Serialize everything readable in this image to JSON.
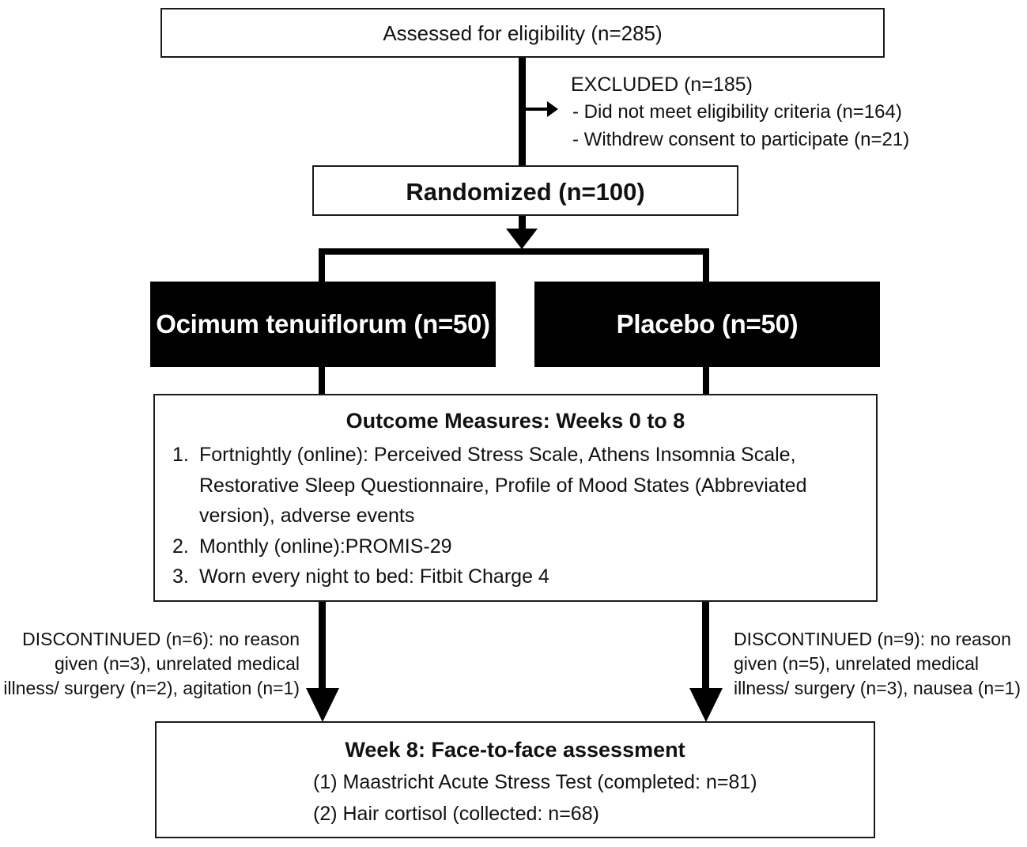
{
  "assessed": "Assessed for eligibility (n=285)",
  "excluded": {
    "title": "EXCLUDED (n=185)",
    "items": [
      "- Did not meet eligibility criteria (n=164)",
      "- Withdrew consent to participate (n=21)"
    ]
  },
  "randomized": "Randomized (n=100)",
  "arms": {
    "left": "Ocimum tenuiflorum (n=50)",
    "right": "Placebo (n=50)"
  },
  "outcome": {
    "title": "Outcome Measures: Weeks 0 to 8",
    "items": [
      {
        "num": "1.",
        "lines": [
          "Fortnightly (online): Perceived Stress Scale, Athens Insomnia Scale,",
          "Restorative Sleep Questionnaire, Profile of Mood States (Abbreviated",
          "version), adverse events"
        ]
      },
      {
        "num": "2.",
        "lines": [
          "Monthly (online):PROMIS-29"
        ]
      },
      {
        "num": "3.",
        "lines": [
          "Worn every night to bed: Fitbit Charge 4"
        ]
      }
    ]
  },
  "discontinued": {
    "left": [
      "DISCONTINUED (n=6): no reason",
      "given (n=3), unrelated medical",
      "illness/ surgery (n=2), agitation (n=1)"
    ],
    "right": [
      "DISCONTINUED (n=9): no reason",
      "given (n=5), unrelated medical",
      "illness/ surgery (n=3), nausea (n=1)"
    ]
  },
  "week8": {
    "title": "Week 8: Face-to-face assessment",
    "items": [
      "(1) Maastricht Acute Stress Test (completed: n=81)",
      "(2) Hair cortisol (collected: n=68)"
    ]
  }
}
